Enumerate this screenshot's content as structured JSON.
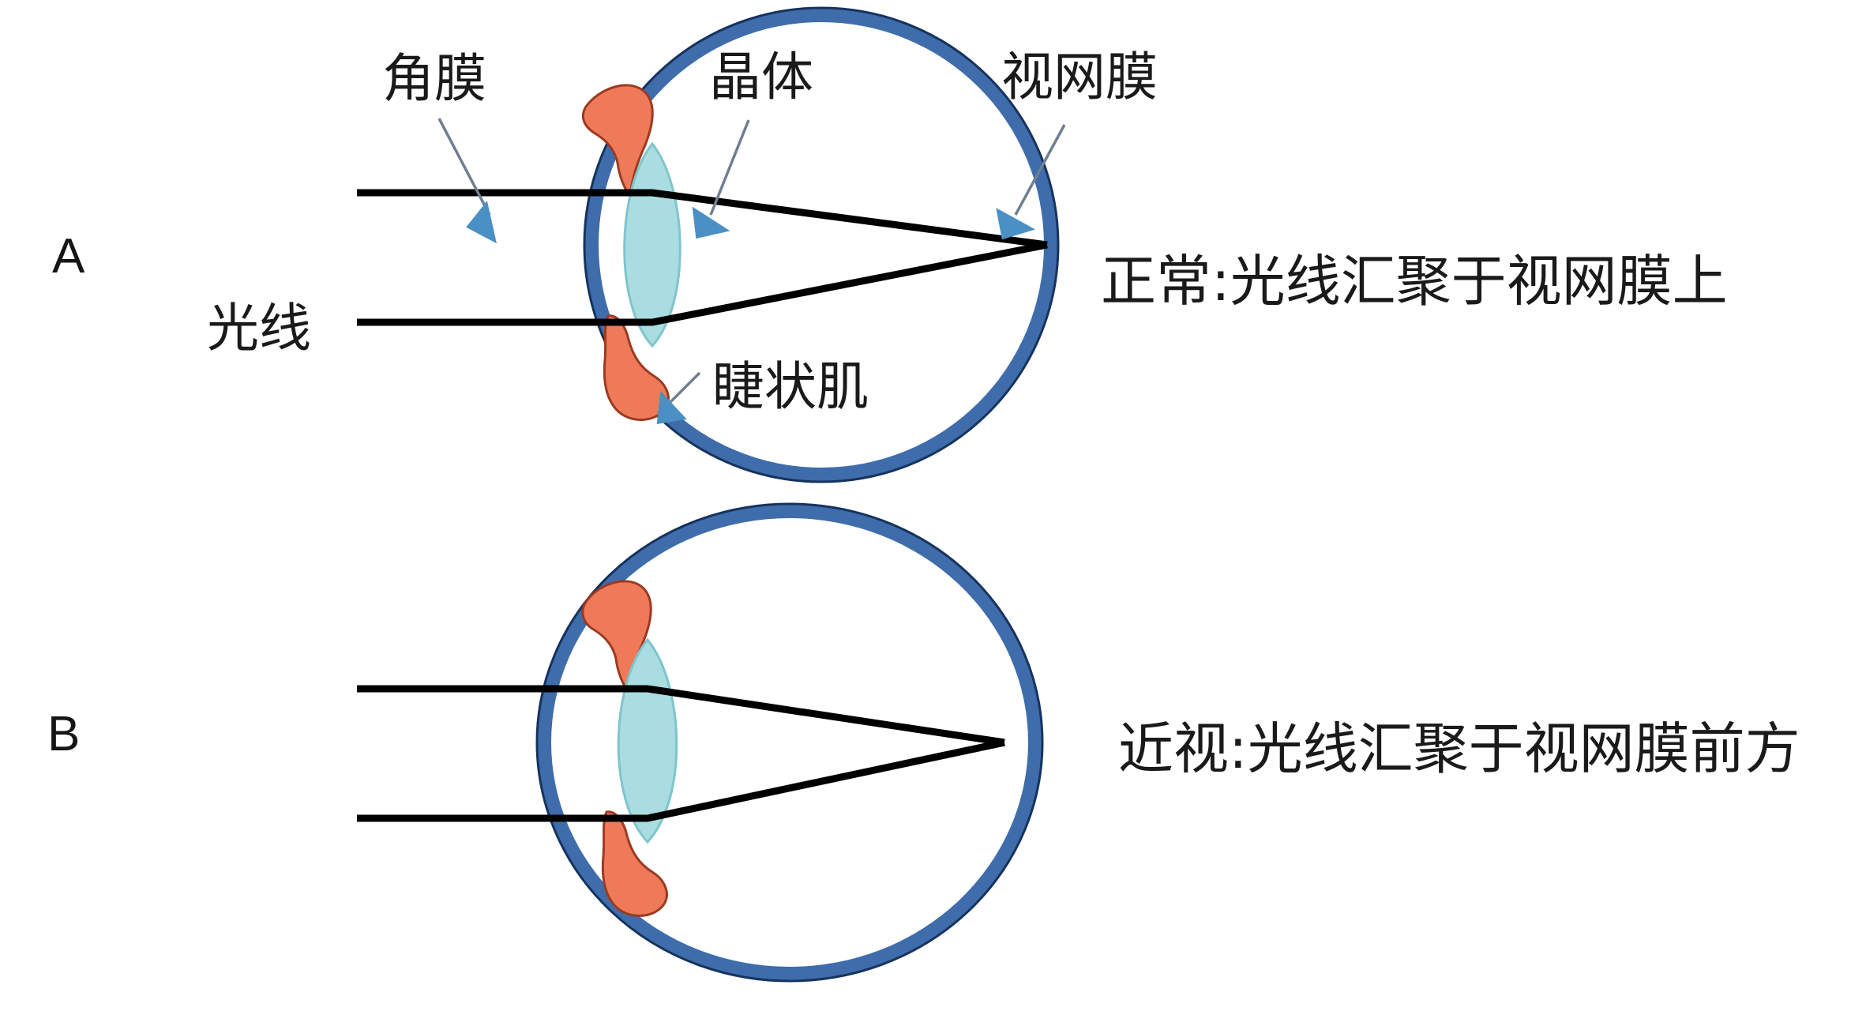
{
  "figure": {
    "title_present": false,
    "background_color": "#ffffff",
    "panels": [
      {
        "id": "A",
        "letter": "A",
        "caption": "正常:光线汇聚于视网膜上",
        "condition": "normal",
        "eye_shape": "round",
        "focus_location": "on-retina",
        "annotations": [
          {
            "key": "cornea",
            "label": "角膜",
            "target": "cornea"
          },
          {
            "key": "lens",
            "label": "晶体",
            "target": "lens"
          },
          {
            "key": "retina",
            "label": "视网膜",
            "target": "retina"
          },
          {
            "key": "light",
            "label": "光线",
            "target": "light-rays"
          },
          {
            "key": "ciliary",
            "label": "睫状肌",
            "target": "ciliary-muscle"
          }
        ]
      },
      {
        "id": "B",
        "letter": "B",
        "caption": "近视:光线汇聚于视网膜前方",
        "condition": "myopia",
        "eye_shape": "elongated",
        "focus_location": "in-front-of-retina",
        "annotations": []
      }
    ],
    "colors": {
      "sclera_blue": "#3f6cab",
      "sclera_outline": "#16335e",
      "lens_cyan": "#a9dde1",
      "lens_outline": "#7fc5cb",
      "ciliary_orange": "#ee7a59",
      "ciliary_outline": "#9c3a22",
      "ray_black": "#000000",
      "pointer_blue": "#4a90c4",
      "pointer_line_gray": "#6f7f92",
      "text_black": "#1a1a1a"
    },
    "icons": {
      "pointer": "arrow-pointer-icon",
      "ray": "light-ray-line-icon"
    }
  }
}
